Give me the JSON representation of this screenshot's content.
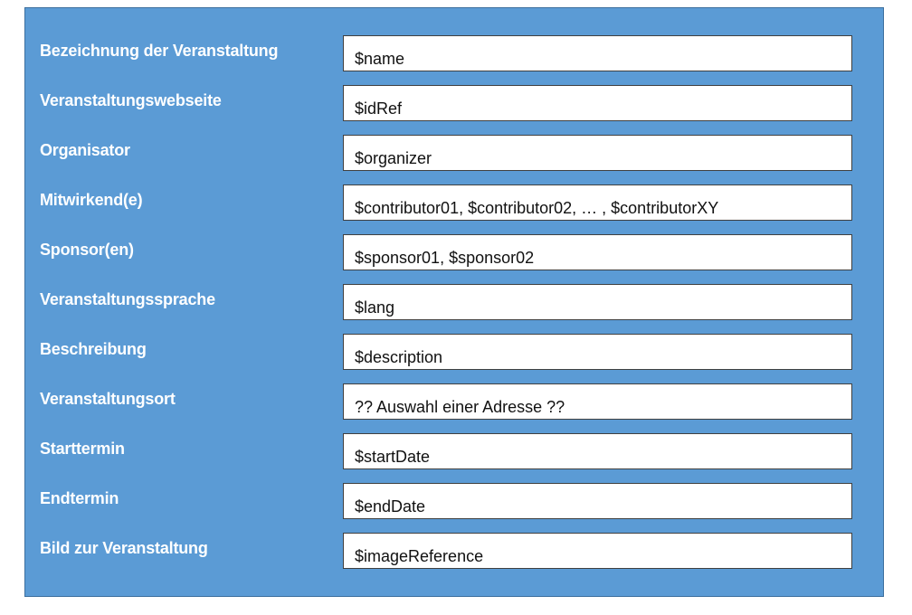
{
  "form": {
    "rows": [
      {
        "label": "Bezeichnung der Veranstaltung",
        "value": "$name"
      },
      {
        "label": "Veranstaltungswebseite",
        "value": "$idRef"
      },
      {
        "label": "Organisator",
        "value": "$organizer"
      },
      {
        "label": "Mitwirkend(e)",
        "value": "$contributor01, $contributor02, … , $contributorXY"
      },
      {
        "label": "Sponsor(en)",
        "value": "$sponsor01, $sponsor02"
      },
      {
        "label": "Veranstaltungssprache",
        "value": "$lang"
      },
      {
        "label": "Beschreibung",
        "value": "$description"
      },
      {
        "label": "Veranstaltungsort",
        "value": "?? Auswahl einer Adresse ??"
      },
      {
        "label": "Starttermin",
        "value": "$startDate"
      },
      {
        "label": "Endtermin",
        "value": "$endDate"
      },
      {
        "label": "Bild zur Veranstaltung",
        "value": "$imageReference"
      }
    ]
  },
  "colors": {
    "panel_background": "#5b9bd5",
    "panel_border": "#3d6f9e",
    "label_text": "#ffffff",
    "field_background": "#ffffff",
    "field_border": "#404040"
  }
}
